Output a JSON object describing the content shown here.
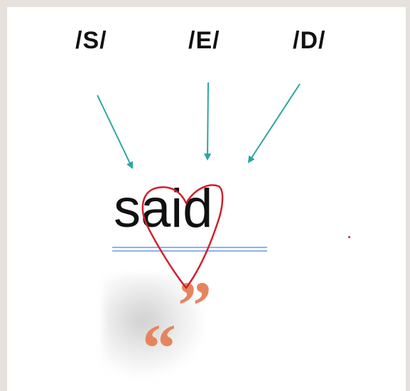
{
  "phonemes": [
    {
      "label": "/S/"
    },
    {
      "label": "/E/"
    },
    {
      "label": "/D/"
    }
  ],
  "word": "said",
  "quote_marks": {
    "close": "”",
    "open": "“"
  },
  "colors": {
    "arrow": "#2aa6a0",
    "heart_ink": "#d0202a",
    "underline": "#8fb2e8",
    "quote": "#e5855f",
    "frame": "#e6e1dc"
  }
}
